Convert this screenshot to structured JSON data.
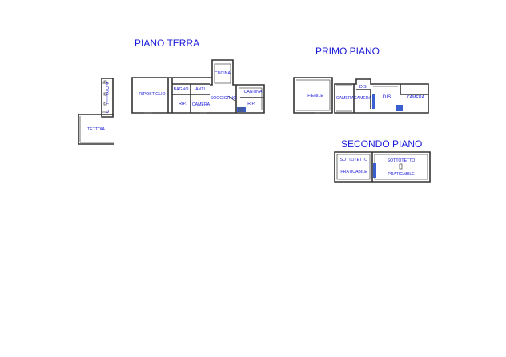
{
  "colors": {
    "label": "#1a1adb",
    "wall": "#333333",
    "stair": "#3a5fd0"
  },
  "floors": {
    "ground": {
      "title": "PIANO TERRA",
      "rooms": {
        "portico": [
          "P",
          "O",
          "R",
          "T",
          "I",
          "C",
          "O"
        ],
        "tettoia": "TETTOIA",
        "ripostiglio": "RIPOSTIGLIO",
        "bagno": "BAGNO",
        "anti": "ANTI",
        "rip_left": "RIP.",
        "camera": "CAMERA",
        "cucina": "CUCINA",
        "soggiorno": "SOGGIORNO",
        "cantina": "CANTINA",
        "rip_right": "RIP."
      }
    },
    "first": {
      "title": "PRIMO PIANO",
      "rooms": {
        "fienile": "FIENILE",
        "camera_1": "CAMERA",
        "dis_small": "DIS.",
        "camera_2": "CAMERA",
        "dis": "DIS.",
        "camera_3": "CAMERA"
      }
    },
    "second": {
      "title": "SECONDO PIANO",
      "rooms": {
        "sottotetto_left_1": "SOTTOTETTO",
        "sottotetto_left_2": "PRATICABILE",
        "sottotetto_right_1": "SOTTOTETTO",
        "sottotetto_right_2": "PRATICABILE"
      }
    }
  }
}
